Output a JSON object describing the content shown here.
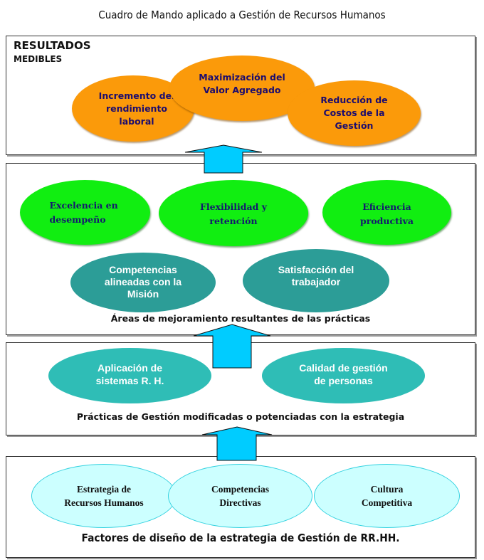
{
  "title": "Cuadro de Mando aplicado a Gestión de Recursos Humanos",
  "colors": {
    "orange": "#fb9a0a",
    "green": "#11ee11",
    "teal_dark": "#2c9d97",
    "teal_light": "#2fbdb6",
    "light_cyan": "#ccffff",
    "arrow": "#00ccff"
  },
  "levels": {
    "results": {
      "heading_line1": "RESULTADOS",
      "heading_line2": "MEDIBLES",
      "items": [
        "Incremento del rendimiento laboral",
        "Maximización del Valor Agregado",
        "Reducción de Costos de la Gestión"
      ]
    },
    "improvement_areas": {
      "caption": "Áreas de mejoramiento resultantes de las prácticas",
      "top_items": [
        "Excelencia en desempeño",
        "Flexibilidad y retención",
        "Eficiencia productiva"
      ],
      "bottom_items": [
        "Competencias alineadas con la Misión",
        "Satisfacción del trabajador"
      ]
    },
    "practices": {
      "caption": "Prácticas de Gestión modificadas o potenciadas con la estrategia",
      "items": [
        "Aplicación de sistemas R. H.",
        "Calidad de gestión de personas"
      ]
    },
    "design_factors": {
      "caption": "Factores de diseño de la estrategia de Gestión de RR.HH.",
      "items": [
        "Estrategia de Recursos Humanos",
        "Competencias Directivas",
        "Cultura Competitiva"
      ]
    }
  },
  "arrows": [
    {
      "from": "practices",
      "to": "improvement_areas"
    },
    {
      "from": "design_factors",
      "to": "practices"
    },
    {
      "from": "improvement_areas",
      "to": "results"
    }
  ]
}
